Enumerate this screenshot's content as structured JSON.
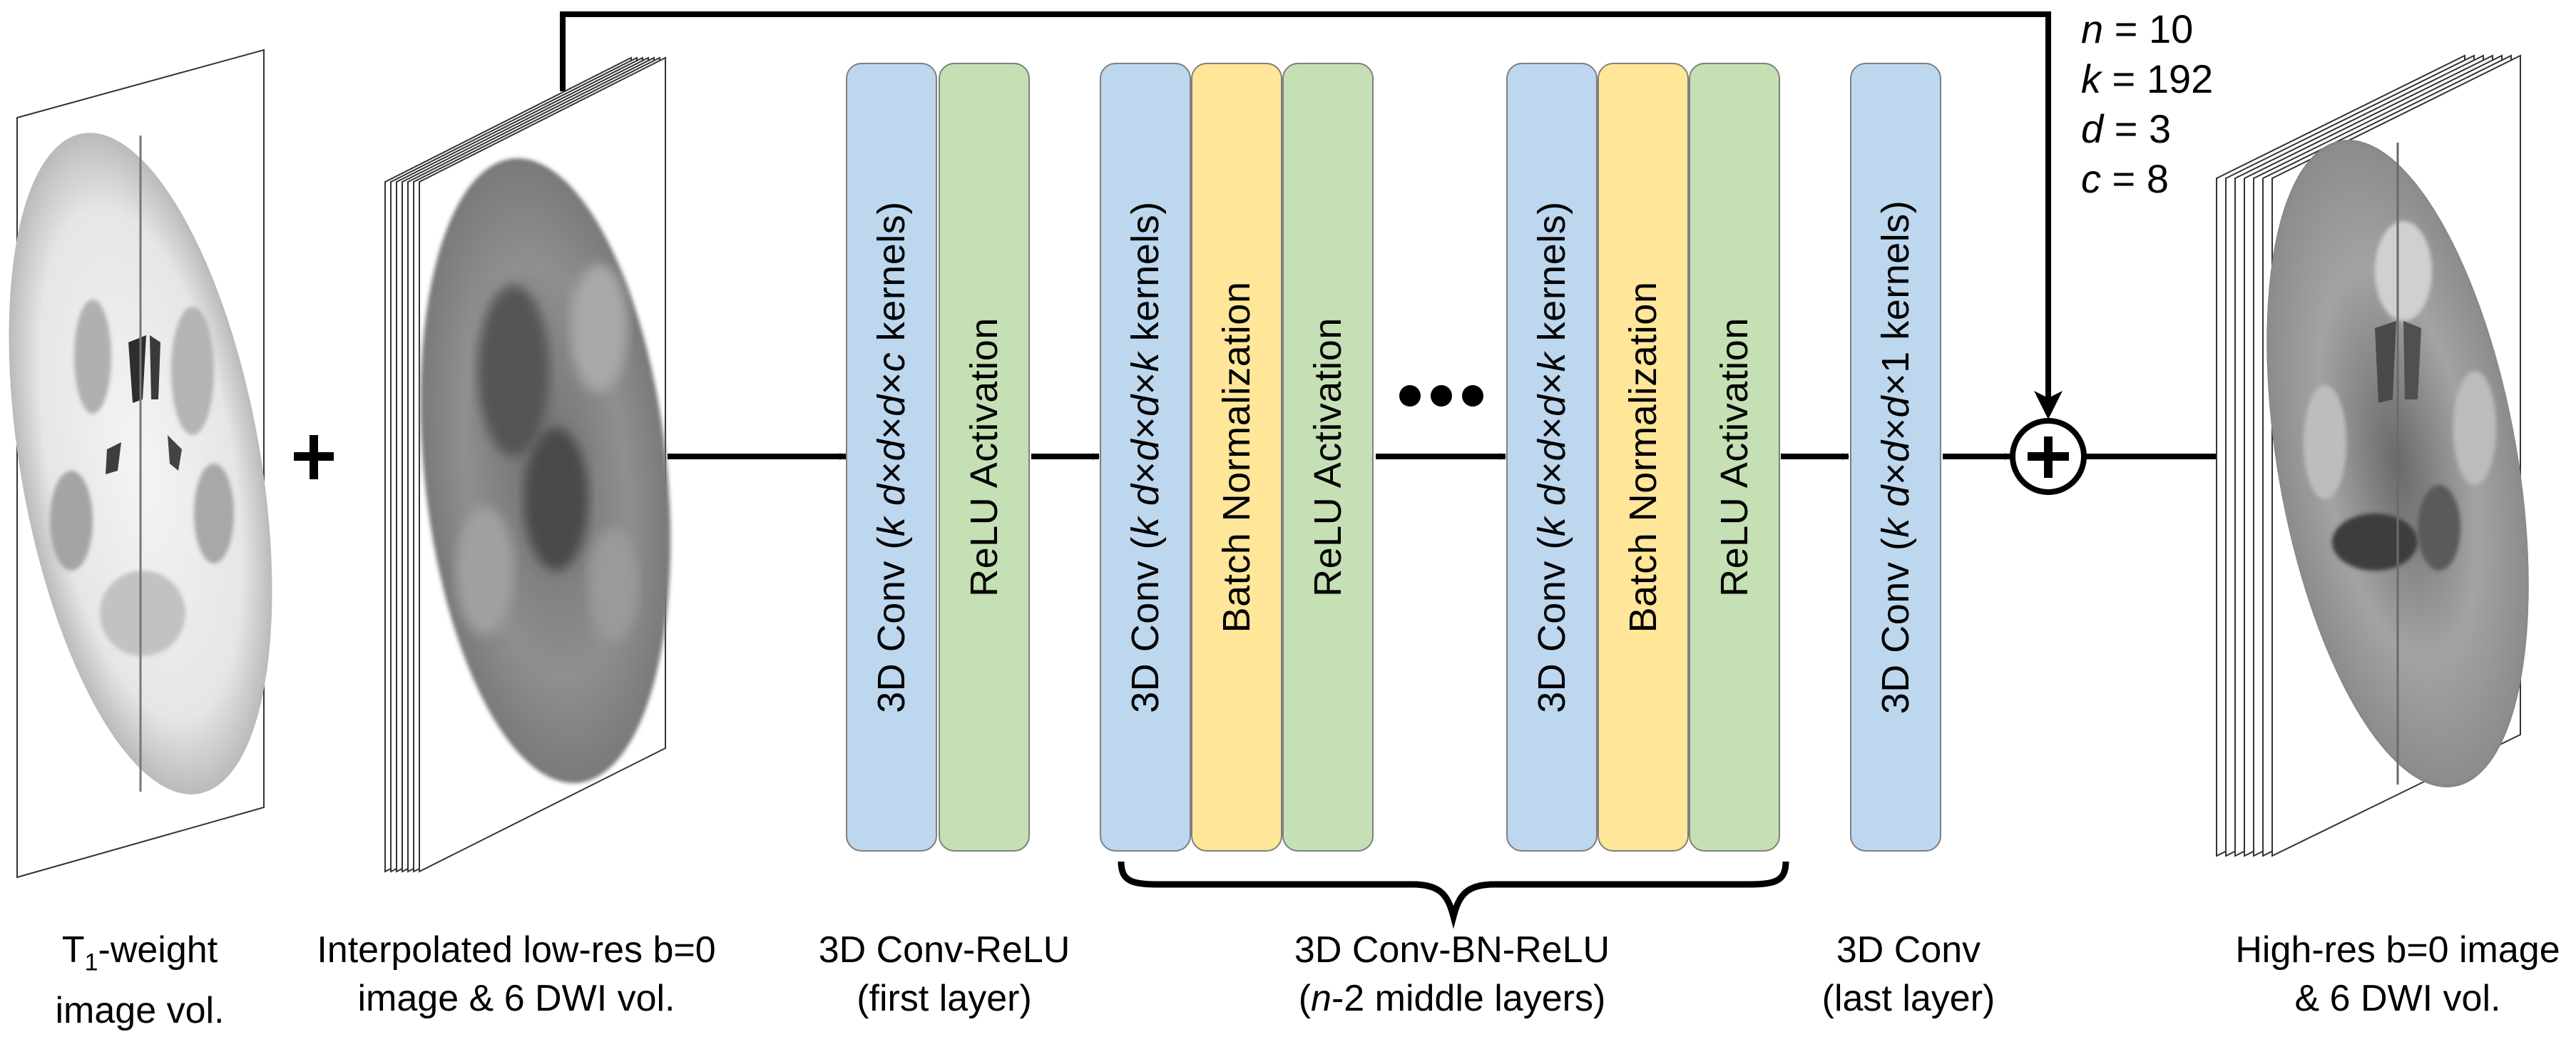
{
  "figure": {
    "hyperparameters": [
      {
        "symbol": "n",
        "value": "10"
      },
      {
        "symbol": "k",
        "value": "192"
      },
      {
        "symbol": "d",
        "value": "3"
      },
      {
        "symbol": "c",
        "value": "8"
      }
    ],
    "combine_symbol": "+",
    "sum_node_symbol": "+",
    "ellipsis": "•••",
    "layers": [
      {
        "type": "conv",
        "text_pre": "3D Conv (",
        "k": "k",
        "dims": [
          " d",
          "×",
          "d",
          "×",
          "d",
          "×"
        ],
        "last": "c",
        "text_post": " kernels)"
      },
      {
        "type": "relu",
        "text": "ReLU Activation"
      },
      {
        "type": "conv",
        "text_pre": "3D Conv (",
        "k": "k",
        "dims": [
          " d",
          "×",
          "d",
          "×",
          "d",
          "×"
        ],
        "last": "k",
        "text_post": " kernels)"
      },
      {
        "type": "bn",
        "text": "Batch Normalization"
      },
      {
        "type": "relu",
        "text": "ReLU Activation"
      },
      {
        "type": "conv",
        "text_pre": "3D Conv (",
        "k": "k",
        "dims": [
          " d",
          "×",
          "d",
          "×",
          "d",
          "×"
        ],
        "last": "k",
        "text_post": " kernels)"
      },
      {
        "type": "bn",
        "text": "Batch Normalization"
      },
      {
        "type": "relu",
        "text": "ReLU Activation"
      },
      {
        "type": "conv",
        "text_pre": "3D Conv (",
        "k": "k",
        "dims": [
          " d",
          "×",
          "d",
          "×",
          "d",
          "×"
        ],
        "last": "1",
        "last_italic": false,
        "text_post": " kernels)"
      }
    ],
    "captions": {
      "t1": {
        "line1_pre": "T",
        "line1_sub": "1",
        "line1_post": "-weight",
        "line2": "image vol."
      },
      "input": {
        "line1": "Interpolated low-res b=0",
        "line2": "image & 6 DWI vol."
      },
      "first": {
        "line1": "3D Conv-ReLU",
        "line2": "(first layer)"
      },
      "middle": {
        "line1": "3D Conv-BN-ReLU",
        "line2_italic": "n",
        "line2_rest": "-2 middle layers)",
        "line2_open": "("
      },
      "last": {
        "line1": "3D Conv",
        "line2": "(last layer)"
      },
      "output": {
        "line1": "High-res b=0 image",
        "line2": "& 6 DWI vol."
      }
    },
    "colors": {
      "conv": "#bdd7ee",
      "bn": "#ffe699",
      "relu": "#c5e0b4",
      "block_border": "#7f7f7f",
      "line": "#000000"
    }
  }
}
